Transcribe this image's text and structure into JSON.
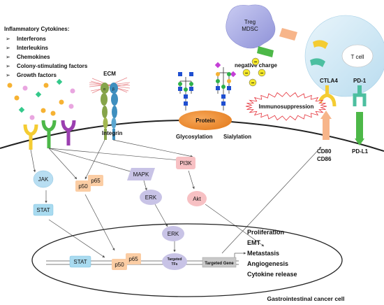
{
  "cytokines": {
    "heading": "Inflammatory Cytokines:",
    "items": [
      "Interferons",
      "Interleukins",
      "Chemokines",
      "Colony-stimulating factors",
      "Growth factors"
    ]
  },
  "ecm": {
    "label": "ECM",
    "alpha": "α",
    "beta": "β",
    "integrin": "Integrin"
  },
  "protein": {
    "label": "Protein",
    "glycosylation": "Glycosylation",
    "sialylation": "Sialylation",
    "negative_charge": "negative charge",
    "minus": "−"
  },
  "immune": {
    "treg_line1": "Treg",
    "treg_line2": "MDSC",
    "tcell": "T cell",
    "ctla4": "CTLA4",
    "pd1": "PD-1",
    "immunosuppression": "Immunosuppression",
    "cd80": "CD80",
    "cd86": "CD86",
    "pdl1": "PD-L1"
  },
  "signaling": {
    "jak": "JAK",
    "stat": "STAT",
    "p50": "p50",
    "p65": "p65",
    "mapk": "MAPK",
    "erk": "ERK",
    "pi3k": "PI3K",
    "akt": "Akt"
  },
  "nucleus": {
    "stat": "STAT",
    "p50": "p50",
    "p65": "p65",
    "targeted_tfs_line1": "Targeted",
    "targeted_tfs_line2": "TFs",
    "targeted_gene": "Targeted Gene"
  },
  "outcomes": [
    "Proliferation",
    "EMT",
    "Metastasis",
    "Angiogenesis",
    "Cytokine release"
  ],
  "cell_label": "Gastrointestinal cancer  cell",
  "colors": {
    "membrane": "#222222",
    "protein": "#f0903a",
    "tcell": "#cfe8f5",
    "treg": "#b7b9ea",
    "receptor_yellow": "#f4cc32",
    "receptor_green": "#4db848",
    "receptor_purple": "#9b3fb0",
    "stat_box": "#a9dbf0",
    "p50_box": "#fbcda4",
    "erk_oval": "#c8c3e6",
    "pi3k_box": "#f7c0c3",
    "cd80": "#f7b58a",
    "pdl1": "#4db848"
  }
}
